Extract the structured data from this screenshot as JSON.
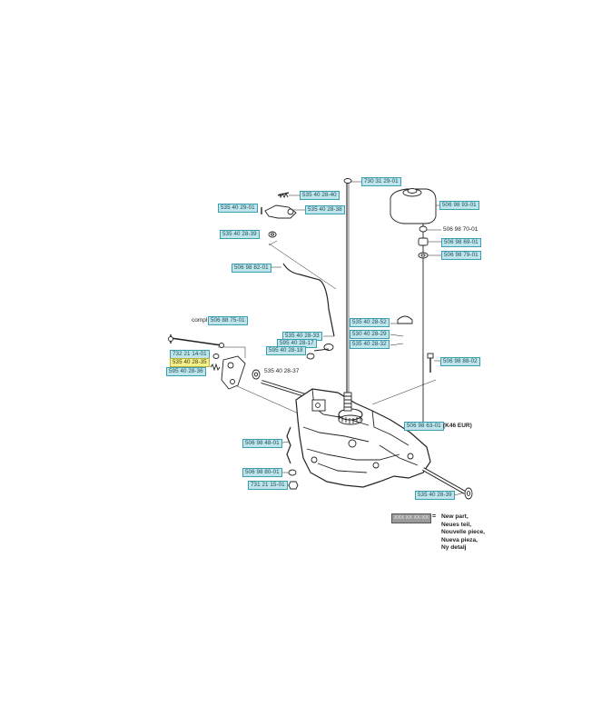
{
  "labels": {
    "p1": "730 31 29-01",
    "p2": "535 40 28-40",
    "p3": "535 40 29-01",
    "p4": "535 40 28-38",
    "p5": "535 40 28-39",
    "p6": "506 98 93-01",
    "p7": "506 98 70-01",
    "p8": "506 98 69-01",
    "p9": "506 98 79-01",
    "p10": "506 98 82-01",
    "p11": "506 88 75-01",
    "p12": "535 40 28-33",
    "p13": "535 40 28-52",
    "p14": "595 40 28-17",
    "p15": "595 40 28-18",
    "p16": "530 40 28-29",
    "p17": "535 40 28-32",
    "p18": "732 21 14-01",
    "p19": "535 40 28-35",
    "p20": "595 40 28-36",
    "p21": "535 40 28-37",
    "p22": "506 98 88-02",
    "p23": "506 98 63-01",
    "p24": "506 98 48-01",
    "p25": "506 98 80-01",
    "p26": "731 21 15-01",
    "p27": "535 40 28-39"
  },
  "text": {
    "compl": "compl",
    "k46": "(K46 EUR)"
  },
  "legend": {
    "swatch": "XXX XX XX-XX",
    "eq": "=",
    "lines": [
      "New part,",
      "Neues teil,",
      "Nouvelle piece,",
      "Nueva pieza,",
      "Ny detalj"
    ]
  },
  "colors": {
    "label_fill": "#bfe4ea",
    "label_border": "#3a9fb3",
    "highlight_fill": "#f4f08a",
    "legend_swatch": "#9a9a9a"
  }
}
